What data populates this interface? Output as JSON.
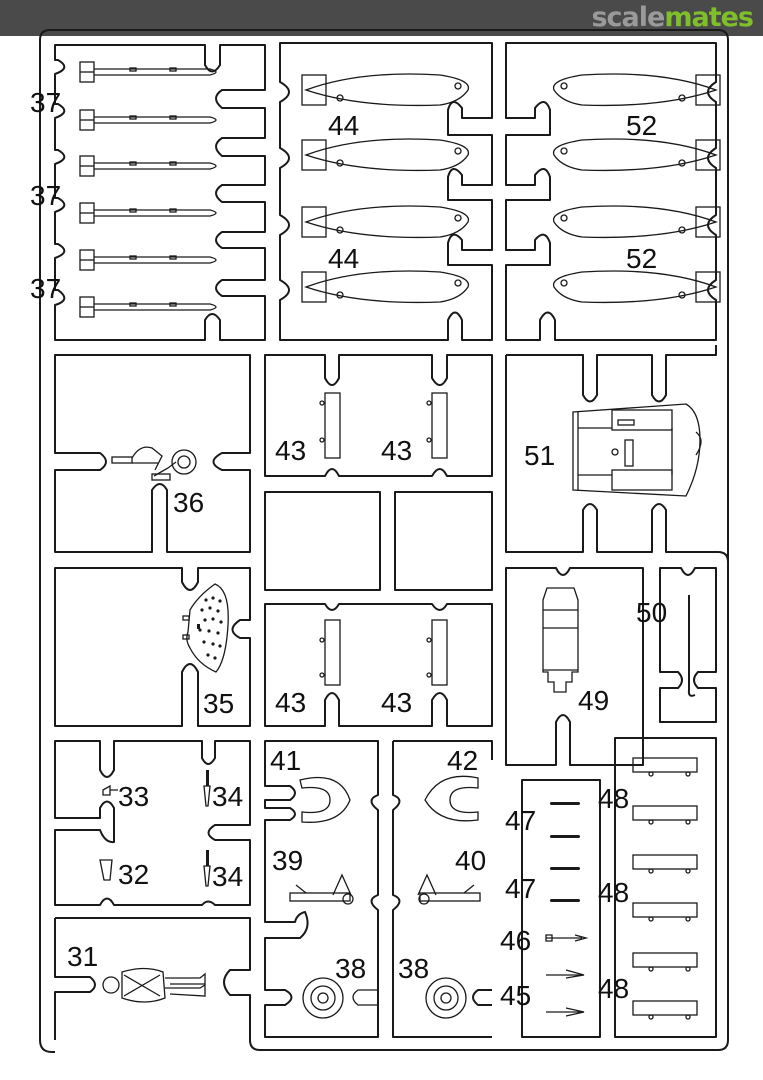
{
  "header": {
    "brand_part1": "scale",
    "brand_part2": "mates",
    "brand_colors": {
      "part1": "#9a9a9a",
      "part2": "#7fbf2a",
      "bar": "#4a4a4a"
    }
  },
  "sprue": {
    "description": "Plastic model kit sprue parts layout",
    "labels": {
      "p37a": "37",
      "p37b": "37",
      "p37c": "37",
      "p44a": "44",
      "p44b": "44",
      "p52a": "52",
      "p52b": "52",
      "p36": "36",
      "p35": "35",
      "p43a": "43",
      "p43b": "43",
      "p43c": "43",
      "p43d": "43",
      "p51": "51",
      "p50": "50",
      "p49": "49",
      "p33": "33",
      "p34a": "34",
      "p32": "32",
      "p34b": "34",
      "p31": "31",
      "p41": "41",
      "p42": "42",
      "p39": "39",
      "p40": "40",
      "p38a": "38",
      "p38b": "38",
      "p47a": "47",
      "p47b": "47",
      "p46": "46",
      "p45": "45",
      "p48a": "48",
      "p48b": "48",
      "p48c": "48"
    }
  }
}
